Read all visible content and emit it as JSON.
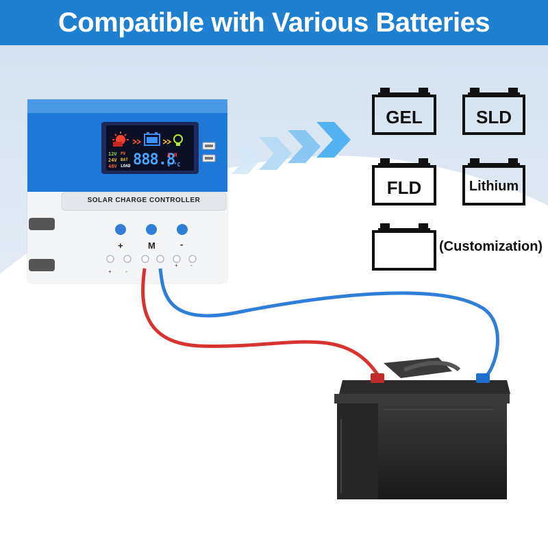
{
  "banner": {
    "title": "Compatible with Various Batteries"
  },
  "battery_types": [
    "GEL",
    "SLD",
    "FLD",
    "Lithium"
  ],
  "custom_label": "(Customization)",
  "controller": {
    "panel_label": "SOLAR CHARGE CONTROLLER",
    "lcd": {
      "voltages": [
        "12V",
        "24V",
        "48V"
      ],
      "status": [
        "PV",
        "BAT",
        "LOAD"
      ],
      "digits": "888.8",
      "units_top": "A H",
      "units_bottom": "V °C"
    },
    "buttons": [
      "+",
      "M",
      "-"
    ]
  },
  "colors": {
    "banner": "#1f7fd0",
    "controller_blue": "#1e78d8",
    "positive_wire": "#d8332f",
    "negative_wire": "#2f7fd8"
  },
  "icons": [
    "battery-outline-icon",
    "chevron-arrow-icon",
    "sun-icon",
    "bulb-icon",
    "usb-port-icon"
  ]
}
